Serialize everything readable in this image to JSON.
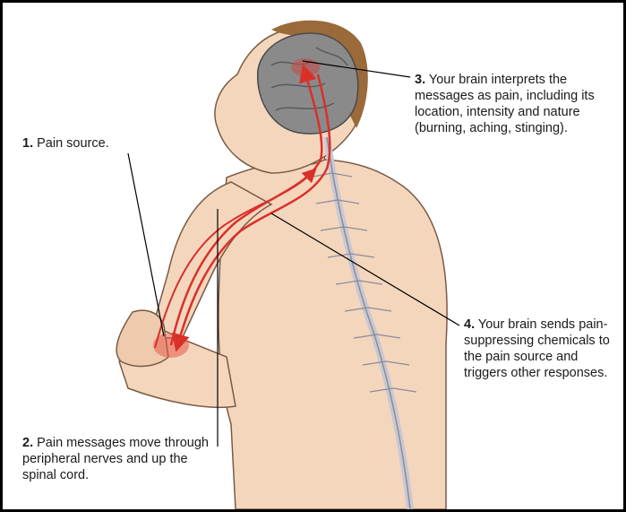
{
  "labels": {
    "step1": {
      "num": "1.",
      "text": "Pain source."
    },
    "step2": {
      "num": "2.",
      "text": "Pain messages move through peripheral nerves and up the spinal cord."
    },
    "step3": {
      "num": "3.",
      "text": "Your brain interprets the messages as pain, including its location, intensity and nature (burning, aching, stinging)."
    },
    "step4": {
      "num": "4.",
      "text": "Your brain sends pain-suppressing chemicals to the pain source and triggers other responses."
    }
  },
  "colors": {
    "skin": "#f4d6bd",
    "skin_shadow": "#e8bfa0",
    "hair": "#9a6a3a",
    "brain": "#8a8a8a",
    "nerve_arrow": "#d9302a",
    "spine": "#c8c8d2",
    "leader": "#000000"
  }
}
